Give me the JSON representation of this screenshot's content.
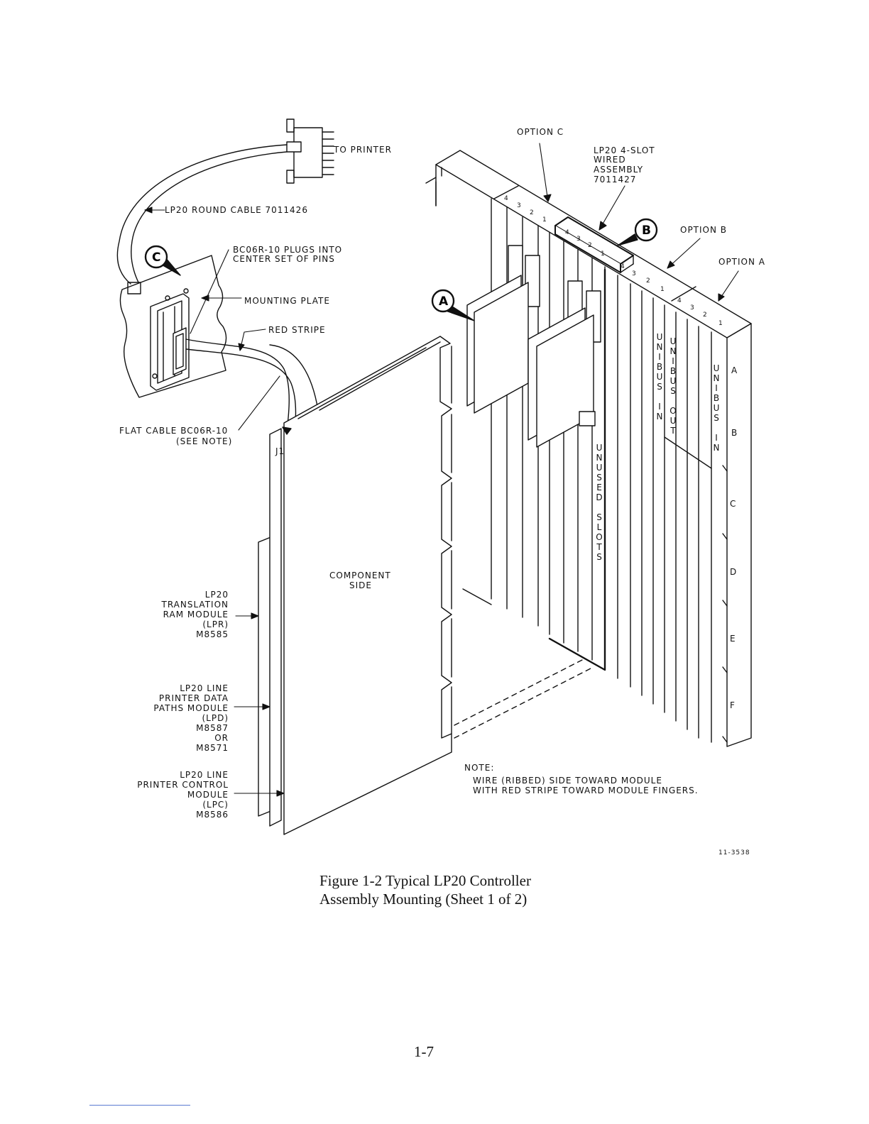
{
  "labels": {
    "to_printer": "TO PRINTER",
    "round_cable": "LP20 ROUND CABLE 7011426",
    "plugs_line1": "BC06R-10 PLUGS INTO",
    "plugs_line2": "CENTER SET OF PINS",
    "mounting_plate": "MOUNTING PLATE",
    "red_stripe": "RED STRIPE",
    "flat_cable_line1": "FLAT CABLE BC06R-10",
    "flat_cable_line2": "(SEE NOTE)",
    "j1": "J1",
    "component_side_line1": "COMPONENT",
    "component_side_line2": "SIDE",
    "option_c": "OPTION C",
    "option_b": "OPTION B",
    "option_a": "OPTION A",
    "wired_line1": "LP20 4-SLOT",
    "wired_line2": "WIRED",
    "wired_line3": "ASSEMBLY",
    "wired_line4": "7011427",
    "lpr_lines": [
      "LP20",
      "TRANSLATION",
      "RAM MODULE",
      "(LPR)",
      "M8585"
    ],
    "lpd_lines": [
      "LP20 LINE",
      "PRINTER DATA",
      "PATHS MODULE",
      "(LPD)",
      "M8587",
      "OR",
      "M8571"
    ],
    "lpc_lines": [
      "LP20 LINE",
      "PRINTER CONTROL",
      "MODULE",
      "(LPC)",
      "M8586"
    ],
    "unibus_in_1": "UNIBUS IN",
    "unibus_out": "UNIBUS OUT",
    "unibus_in_2": "UNIBUS IN",
    "unused_slots": "UNUSED SLOTS",
    "row_letters": [
      "A",
      "B",
      "C",
      "D",
      "E",
      "F"
    ],
    "slot_numbers": [
      "4",
      "3",
      "2",
      "1"
    ],
    "callout_a": "A",
    "callout_b": "B",
    "callout_c": "C",
    "note_title": "NOTE:",
    "note_line1": "WIRE (RIBBED) SIDE TOWARD MODULE",
    "note_line2": "WITH RED STRIPE TOWARD MODULE FINGERS.",
    "drawing_number": "11-3538"
  },
  "caption": {
    "line1": "Figure 1-2   Typical LP20 Controller",
    "line2": "Assembly Mounting (Sheet 1 of 2)"
  },
  "page_number": "1-7"
}
